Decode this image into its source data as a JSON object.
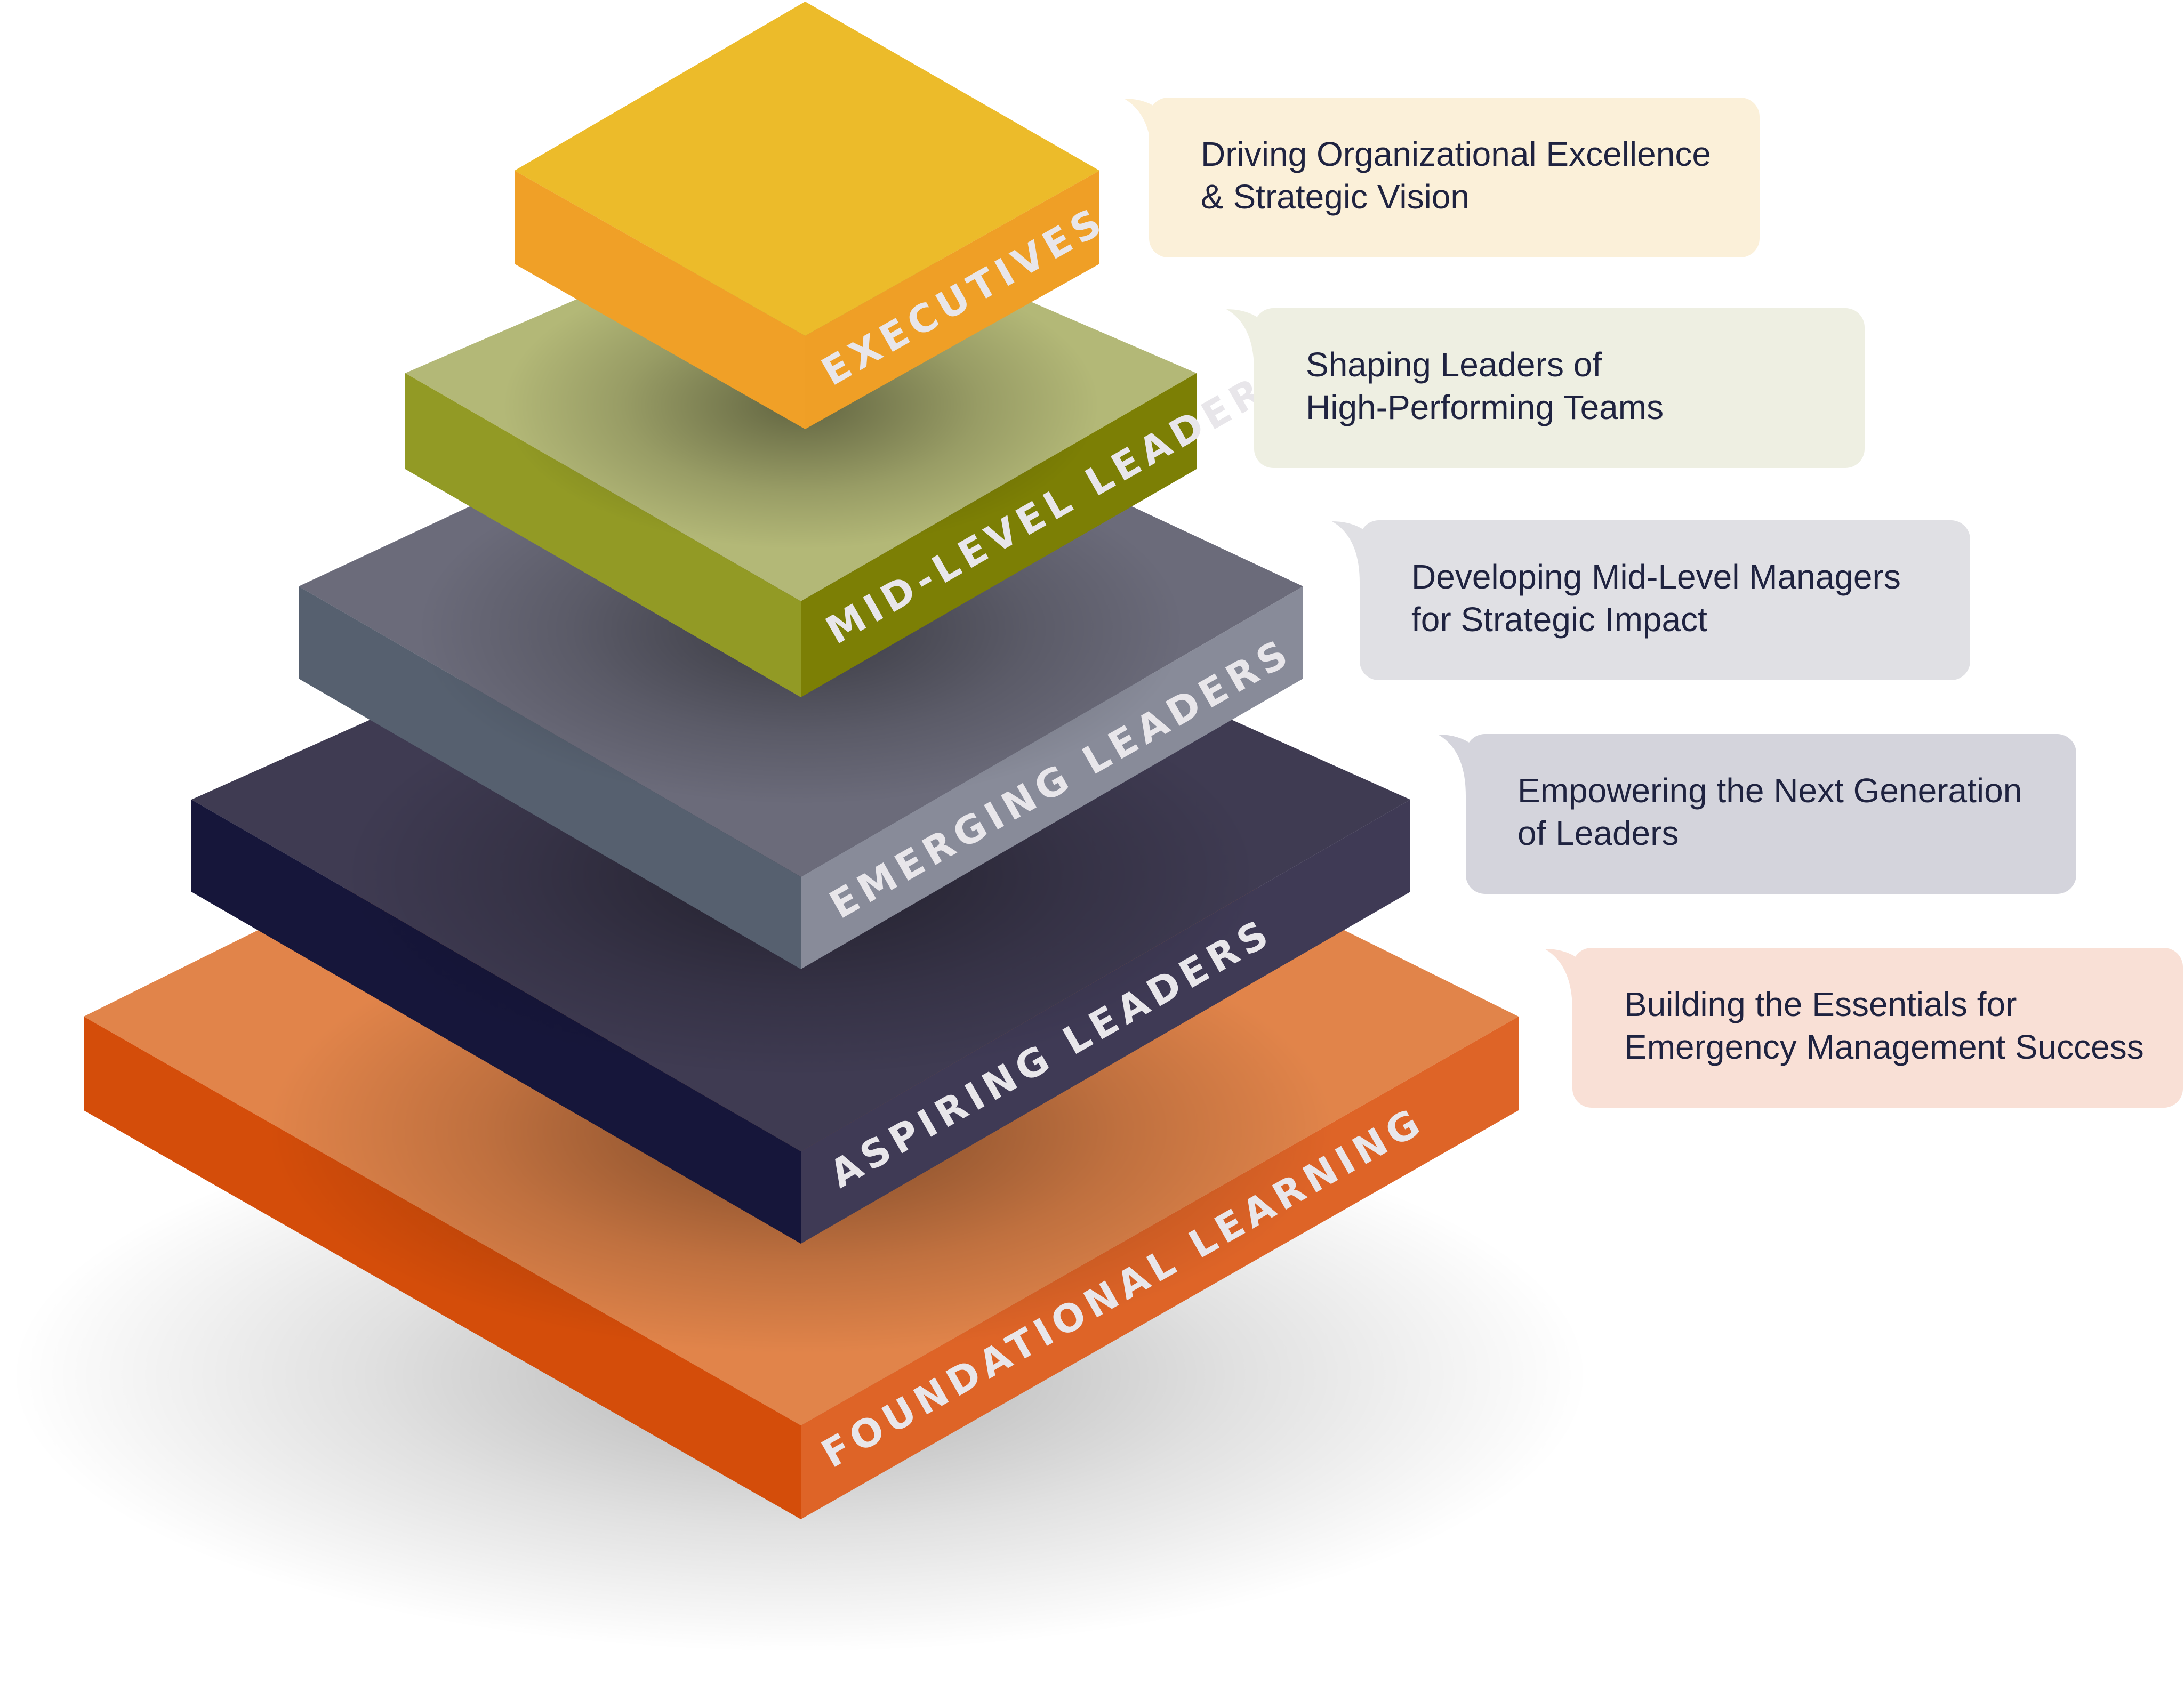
{
  "tiers": [
    {
      "label": "EXECUTIVES",
      "description_line1": "Driving Organizational Excellence",
      "description_line2": "& Strategic Vision",
      "colors": {
        "top": "#ecbb2a",
        "left": "#f0a027",
        "right": "#ef9f26",
        "card": "#fbf0d9"
      }
    },
    {
      "label": "MID-LEVEL LEADERS",
      "description_line1": "Shaping Leaders of",
      "description_line2": "High-Performing Teams",
      "colors": {
        "top": "#b3b877",
        "left": "#929a25",
        "right": "#7c7f05",
        "card": "#eeefe2"
      }
    },
    {
      "label": "EMERGING LEADERS",
      "description_line1": "Developing Mid-Level Managers",
      "description_line2": "for Strategic Impact",
      "colors": {
        "top": "#6b6b7a",
        "left": "#56606f",
        "right": "#888b99",
        "card": "#e0e0e4"
      }
    },
    {
      "label": "ASPIRING LEADERS",
      "description_line1": "Empowering the Next Generation",
      "description_line2": "of Leaders",
      "colors": {
        "top": "#3f3b52",
        "left": "#16163a",
        "right": "#3f3a55",
        "card": "#d4d4dc"
      }
    },
    {
      "label": "FOUNDATIONAL LEARNING",
      "description_line1": "Building the Essentials for",
      "description_line2": "Emergency Management Success",
      "colors": {
        "top": "#e1844a",
        "left": "#d44d0a",
        "right": "#de6427",
        "card": "#f9e0d6"
      }
    }
  ]
}
